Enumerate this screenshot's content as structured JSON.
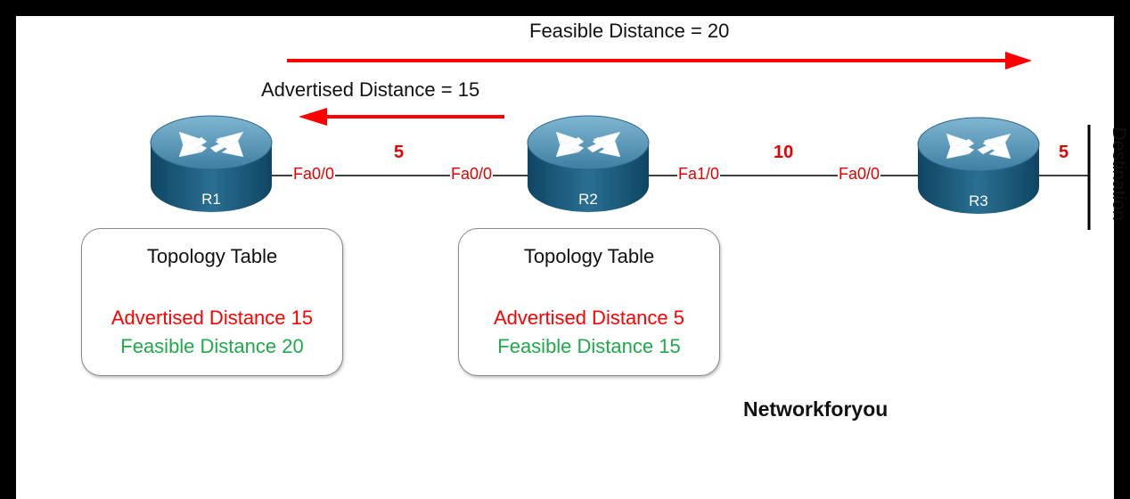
{
  "top_arrow": {
    "label": "Feasible Distance = 20",
    "color": "#ff0000"
  },
  "mid_arrow": {
    "label": "Advertised Distance = 15",
    "color": "#ff0000"
  },
  "routers": [
    {
      "name": "R1"
    },
    {
      "name": "R2"
    },
    {
      "name": "R3"
    }
  ],
  "links": [
    {
      "left_port": "Fa0/0",
      "right_port": "Fa0/0",
      "cost": "5"
    },
    {
      "left_port": "Fa1/0",
      "right_port": "Fa0/0",
      "cost": "10"
    },
    {
      "cost": "5"
    }
  ],
  "destination": "Destination",
  "topology_tables": [
    {
      "title": "Topology Table",
      "advertised": "Advertised Distance 15",
      "feasible": "Feasible Distance 20"
    },
    {
      "title": "Topology Table",
      "advertised": "Advertised Distance 5",
      "feasible": "Feasible Distance 15"
    }
  ],
  "watermark": "Networkforyou",
  "colors": {
    "advertised": "#ff0000",
    "feasible": "#1faa4a",
    "port": "#e60000",
    "router_top": "#4f8fb0",
    "router_body": "#1f5f80"
  }
}
